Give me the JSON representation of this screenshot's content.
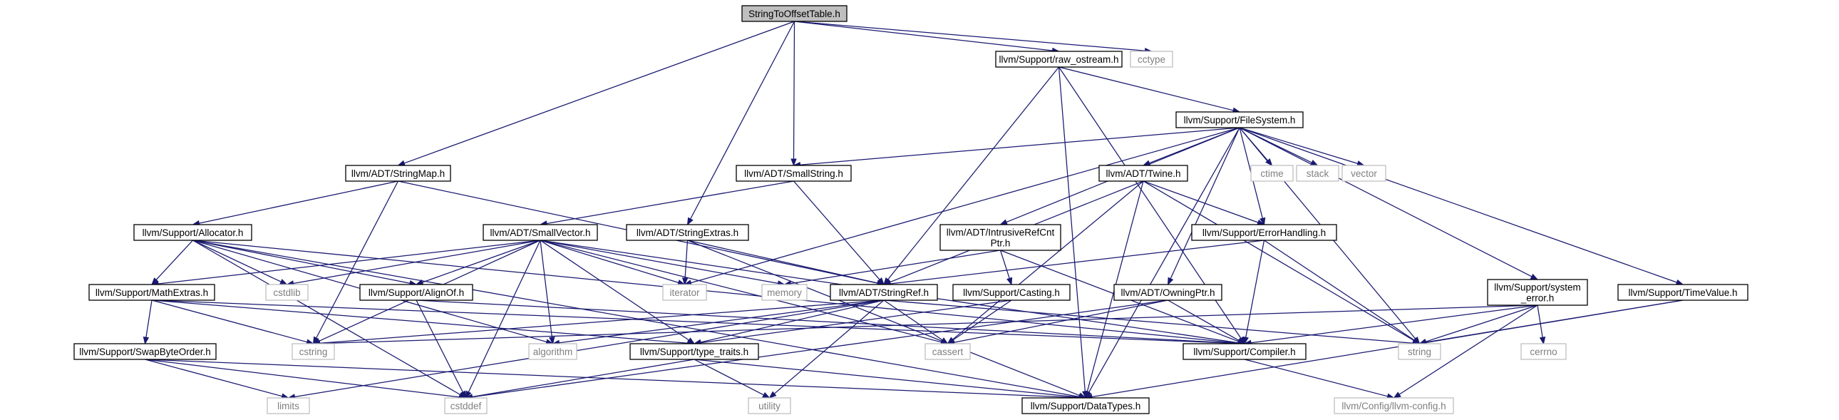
{
  "colors": {
    "edge": "#191970",
    "root_fill": "#bfbfbf",
    "node_border": "#000000",
    "external_border": "#bfbfbf",
    "external_text": "#7f7f7f"
  },
  "nodes": {
    "root": {
      "label": "StringToOffsetTable.h",
      "kind": "root"
    },
    "raw_ostream": {
      "label": "llvm/Support/raw_ostream.h",
      "kind": "local"
    },
    "cctype": {
      "label": "cctype",
      "kind": "ext"
    },
    "filesystem": {
      "label": "llvm/Support/FileSystem.h",
      "kind": "local"
    },
    "stringmap": {
      "label": "llvm/ADT/StringMap.h",
      "kind": "local"
    },
    "smallstring": {
      "label": "llvm/ADT/SmallString.h",
      "kind": "local"
    },
    "twine": {
      "label": "llvm/ADT/Twine.h",
      "kind": "local"
    },
    "ctime": {
      "label": "ctime",
      "kind": "ext"
    },
    "stack": {
      "label": "stack",
      "kind": "ext"
    },
    "vector": {
      "label": "vector",
      "kind": "ext"
    },
    "allocator": {
      "label": "llvm/Support/Allocator.h",
      "kind": "local"
    },
    "smallvector": {
      "label": "llvm/ADT/SmallVector.h",
      "kind": "local"
    },
    "stringextras": {
      "label": "llvm/ADT/StringExtras.h",
      "kind": "local"
    },
    "intrusiverefcnt": {
      "label": [
        "llvm/ADT/IntrusiveRefCnt",
        "Ptr.h"
      ],
      "kind": "local"
    },
    "errorhandling": {
      "label": "llvm/Support/ErrorHandling.h",
      "kind": "local"
    },
    "mathextras": {
      "label": "llvm/Support/MathExtras.h",
      "kind": "local"
    },
    "cstdlib": {
      "label": "cstdlib",
      "kind": "ext"
    },
    "alignof": {
      "label": "llvm/Support/AlignOf.h",
      "kind": "local"
    },
    "iterator": {
      "label": "iterator",
      "kind": "ext"
    },
    "memory": {
      "label": "memory",
      "kind": "ext"
    },
    "stringref": {
      "label": "llvm/ADT/StringRef.h",
      "kind": "local"
    },
    "casting": {
      "label": "llvm/Support/Casting.h",
      "kind": "local"
    },
    "owningptr": {
      "label": "llvm/ADT/OwningPtr.h",
      "kind": "local"
    },
    "system_error": {
      "label": [
        "llvm/Support/system",
        "_error.h"
      ],
      "kind": "local"
    },
    "timevalue": {
      "label": "llvm/Support/TimeValue.h",
      "kind": "local"
    },
    "swapbyteorder": {
      "label": "llvm/Support/SwapByteOrder.h",
      "kind": "local"
    },
    "cstring": {
      "label": "cstring",
      "kind": "ext"
    },
    "algorithm": {
      "label": "algorithm",
      "kind": "ext"
    },
    "type_traits": {
      "label": "llvm/Support/type_traits.h",
      "kind": "local"
    },
    "cassert": {
      "label": "cassert",
      "kind": "ext"
    },
    "compiler": {
      "label": "llvm/Support/Compiler.h",
      "kind": "local"
    },
    "string": {
      "label": "string",
      "kind": "ext"
    },
    "cerrno": {
      "label": "cerrno",
      "kind": "ext"
    },
    "limits": {
      "label": "limits",
      "kind": "ext"
    },
    "cstddef": {
      "label": "cstddef",
      "kind": "ext"
    },
    "utility": {
      "label": "utility",
      "kind": "ext"
    },
    "datatypes": {
      "label": "llvm/Support/DataTypes.h",
      "kind": "local"
    },
    "llvm_config": {
      "label": "llvm/Config/llvm-config.h",
      "kind": "ext"
    }
  },
  "edges": [
    [
      "root",
      "raw_ostream"
    ],
    [
      "root",
      "cctype"
    ],
    [
      "root",
      "stringmap"
    ],
    [
      "root",
      "smallstring"
    ],
    [
      "root",
      "stringextras"
    ],
    [
      "raw_ostream",
      "filesystem"
    ],
    [
      "raw_ostream",
      "stringref"
    ],
    [
      "raw_ostream",
      "compiler"
    ],
    [
      "raw_ostream",
      "datatypes"
    ],
    [
      "filesystem",
      "smallstring"
    ],
    [
      "filesystem",
      "twine"
    ],
    [
      "filesystem",
      "ctime"
    ],
    [
      "filesystem",
      "stack"
    ],
    [
      "filesystem",
      "vector"
    ],
    [
      "filesystem",
      "intrusiverefcnt"
    ],
    [
      "filesystem",
      "errorhandling"
    ],
    [
      "filesystem",
      "iterator"
    ],
    [
      "filesystem",
      "owningptr"
    ],
    [
      "filesystem",
      "system_error"
    ],
    [
      "filesystem",
      "timevalue"
    ],
    [
      "filesystem",
      "string"
    ],
    [
      "filesystem",
      "datatypes"
    ],
    [
      "stringmap",
      "allocator"
    ],
    [
      "stringmap",
      "stringref"
    ],
    [
      "stringmap",
      "cstring"
    ],
    [
      "smallstring",
      "smallvector"
    ],
    [
      "smallstring",
      "stringref"
    ],
    [
      "twine",
      "stringref"
    ],
    [
      "twine",
      "errorhandling"
    ],
    [
      "twine",
      "cassert"
    ],
    [
      "twine",
      "datatypes"
    ],
    [
      "twine",
      "string"
    ],
    [
      "allocator",
      "mathextras"
    ],
    [
      "allocator",
      "alignof"
    ],
    [
      "allocator",
      "cstdlib"
    ],
    [
      "allocator",
      "compiler"
    ],
    [
      "allocator",
      "cstddef"
    ],
    [
      "allocator",
      "datatypes"
    ],
    [
      "allocator",
      "algorithm"
    ],
    [
      "smallvector",
      "mathextras"
    ],
    [
      "smallvector",
      "alignof"
    ],
    [
      "smallvector",
      "cstdlib"
    ],
    [
      "smallvector",
      "iterator"
    ],
    [
      "smallvector",
      "memory"
    ],
    [
      "smallvector",
      "cstring"
    ],
    [
      "smallvector",
      "algorithm"
    ],
    [
      "smallvector",
      "type_traits"
    ],
    [
      "smallvector",
      "cassert"
    ],
    [
      "smallvector",
      "cstddef"
    ],
    [
      "smallvector",
      "compiler"
    ],
    [
      "stringextras",
      "stringref"
    ],
    [
      "stringextras",
      "iterator"
    ],
    [
      "stringextras",
      "datatypes"
    ],
    [
      "intrusiverefcnt",
      "casting"
    ],
    [
      "intrusiverefcnt",
      "memory"
    ],
    [
      "intrusiverefcnt",
      "compiler"
    ],
    [
      "errorhandling",
      "stringref"
    ],
    [
      "errorhandling",
      "compiler"
    ],
    [
      "errorhandling",
      "string"
    ],
    [
      "mathextras",
      "swapbyteorder"
    ],
    [
      "mathextras",
      "cstring"
    ],
    [
      "mathextras",
      "type_traits"
    ],
    [
      "mathextras",
      "compiler"
    ],
    [
      "alignof",
      "cstddef"
    ],
    [
      "alignof",
      "compiler"
    ],
    [
      "stringref",
      "type_traits"
    ],
    [
      "stringref",
      "algorithm"
    ],
    [
      "stringref",
      "cassert"
    ],
    [
      "stringref",
      "cstring"
    ],
    [
      "stringref",
      "limits"
    ],
    [
      "stringref",
      "string"
    ],
    [
      "stringref",
      "utility"
    ],
    [
      "casting",
      "type_traits"
    ],
    [
      "casting",
      "cassert"
    ],
    [
      "owningptr",
      "compiler"
    ],
    [
      "owningptr",
      "cassert"
    ],
    [
      "owningptr",
      "cstddef"
    ],
    [
      "system_error",
      "compiler"
    ],
    [
      "system_error",
      "cerrno"
    ],
    [
      "system_error",
      "string"
    ],
    [
      "system_error",
      "llvm_config"
    ],
    [
      "system_error",
      "cstring"
    ],
    [
      "timevalue",
      "datatypes"
    ],
    [
      "timevalue",
      "string"
    ],
    [
      "swapbyteorder",
      "datatypes"
    ],
    [
      "swapbyteorder",
      "cstddef"
    ],
    [
      "swapbyteorder",
      "limits"
    ],
    [
      "type_traits",
      "datatypes"
    ],
    [
      "type_traits",
      "cstddef"
    ],
    [
      "type_traits",
      "utility"
    ],
    [
      "compiler",
      "llvm_config"
    ]
  ]
}
